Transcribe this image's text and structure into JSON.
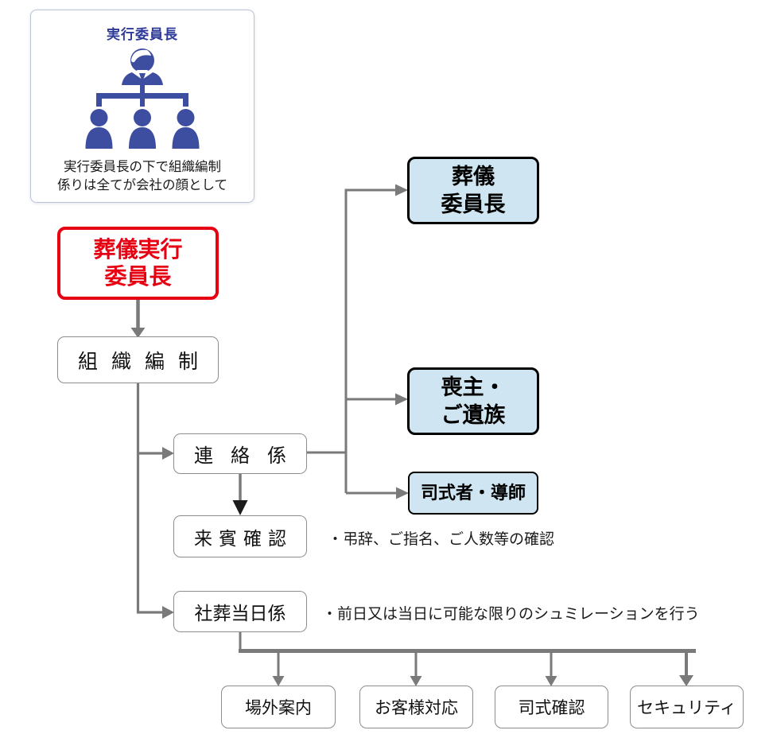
{
  "colors": {
    "accent_red": "#e60012",
    "target_blue_fill": "#cfe6f2",
    "line_gray": "#7a7a7a",
    "info_title_blue": "#2e3a97",
    "icon_indigo": "#3d4da0"
  },
  "info_card": {
    "title": "実行委員長",
    "icon": "chairman-org-chart-icon",
    "caption": [
      "実行委員長の下で組織編制",
      "係りは全てが会社の顔として"
    ]
  },
  "flow": {
    "root": {
      "lines": [
        "葬儀実行",
        "委員長"
      ]
    },
    "org": {
      "label": "組織編制"
    },
    "contact": {
      "label": "連絡係"
    },
    "guest_check": {
      "label": "来賓確認",
      "note": "・弔辞、ご指名、ご人数等の確認"
    },
    "funeral_day": {
      "label": "社葬当日係",
      "note": "・前日又は当日に可能な限りのシュミレーションを行う"
    },
    "targets": [
      {
        "lines": [
          "葬儀",
          "委員長"
        ]
      },
      {
        "lines": [
          "喪主・",
          "ご遺族"
        ]
      },
      {
        "lines": [
          "司式者・導師"
        ]
      }
    ],
    "bottom_roles": [
      "場外案内",
      "お客様対応",
      "司式確認",
      "セキュリティ"
    ]
  }
}
